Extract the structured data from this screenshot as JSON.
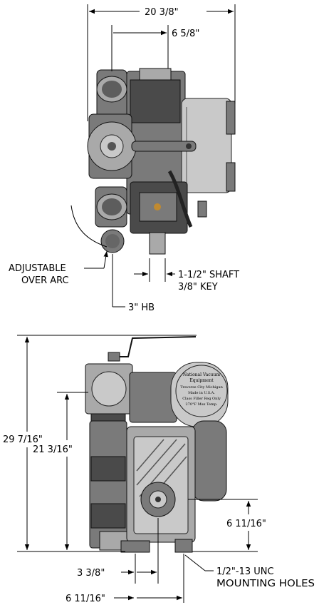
{
  "top_view": {
    "overall_width": "20 3/8\"",
    "inner_width": "6 5/8\"",
    "shaft_label": "1-1/2\" SHAFT",
    "key_label": "3/8\" KEY",
    "arc_label_line1": "ADJUSTABLE",
    "arc_label_line2": "OVER ARC",
    "hb_label": "3\" HB"
  },
  "front_view": {
    "overall_height": "29 7/16\"",
    "inlet_height": "21 3/16\"",
    "shaft_height": "6 11/16\"",
    "mount_offset": "3 3/8\"",
    "mount_spacing": "6 11/16\"",
    "mount_label_line1": "1/2\"-13 UNC",
    "mount_label_line2": "MOUNTING HOLES"
  },
  "nameplate": {
    "line1": "National Vacuum",
    "line2": "Equipment",
    "line3": "Traverse City Michigan",
    "line4": "Made in U.S.A.",
    "line5": "Class Filler Reg Only",
    "line6": "270°F Max Temp."
  }
}
